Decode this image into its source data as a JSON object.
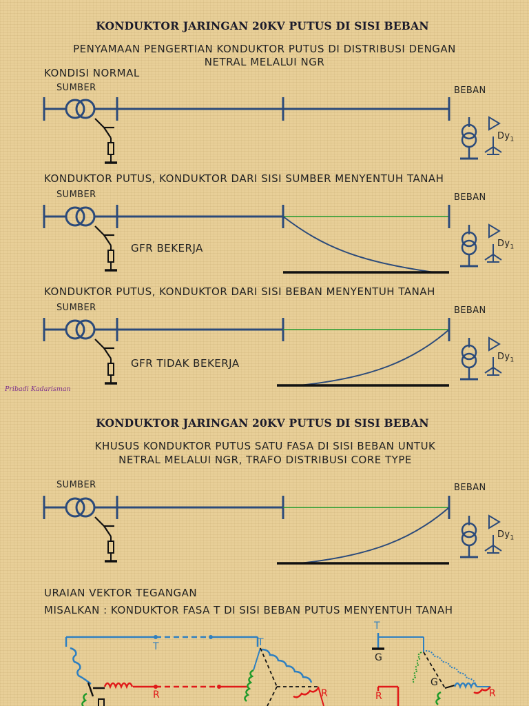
{
  "slide1": {
    "title": "KONDUKTOR JARINGAN 20KV PUTUS DI SISI BEBAN",
    "subtitle_line1": "PENYAMAAN PENGERTIAN KONDUKTOR PUTUS DI DISTRIBUSI DENGAN",
    "subtitle_line2": "NETRAL MELALUI NGR",
    "section_normal": "KONDISI NORMAL",
    "section_source_side": "KONDUKTOR PUTUS, KONDUKTOR DARI SISI SUMBER MENYENTUH TANAH",
    "section_load_side": "KONDUKTOR PUTUS, KONDUKTOR DARI SISI BEBAN MENYENTUH TANAH",
    "gfr_works": "GFR BEKERJA",
    "gfr_not_works": "GFR TIDAK BEKERJA",
    "author": "Pribadi Kadarisman"
  },
  "labels": {
    "source": "SUMBER",
    "load": "BEBAN",
    "trafo_vector": "Dy",
    "trafo_vector_sub": "1"
  },
  "slide2": {
    "title": "KONDUKTOR JARINGAN 20KV PUTUS DI SISI BEBAN",
    "subtitle_line1": "KHUSUS KONDUKTOR PUTUS SATU FASA DI SISI BEBAN UNTUK",
    "subtitle_line2": "NETRAL MELALUI NGR, TRAFO DISTRIBUSI CORE TYPE",
    "vector_heading": "URAIAN VEKTOR TEGANGAN",
    "example": "MISALKAN :  KONDUKTOR FASA T DI SISI BEBAN PUTUS MENYENTUH TANAH"
  },
  "vector_labels": {
    "phase_t": "T",
    "phase_r": "R",
    "ground": "G"
  },
  "colors": {
    "line": "#2b4a7a",
    "broken_green": "#1f9a2a",
    "phase_t": "#2e7fc0",
    "phase_r": "#e01818",
    "phase_s": "#1f9a2a",
    "title": "#1a1a2a",
    "author": "#7a2e8c"
  }
}
